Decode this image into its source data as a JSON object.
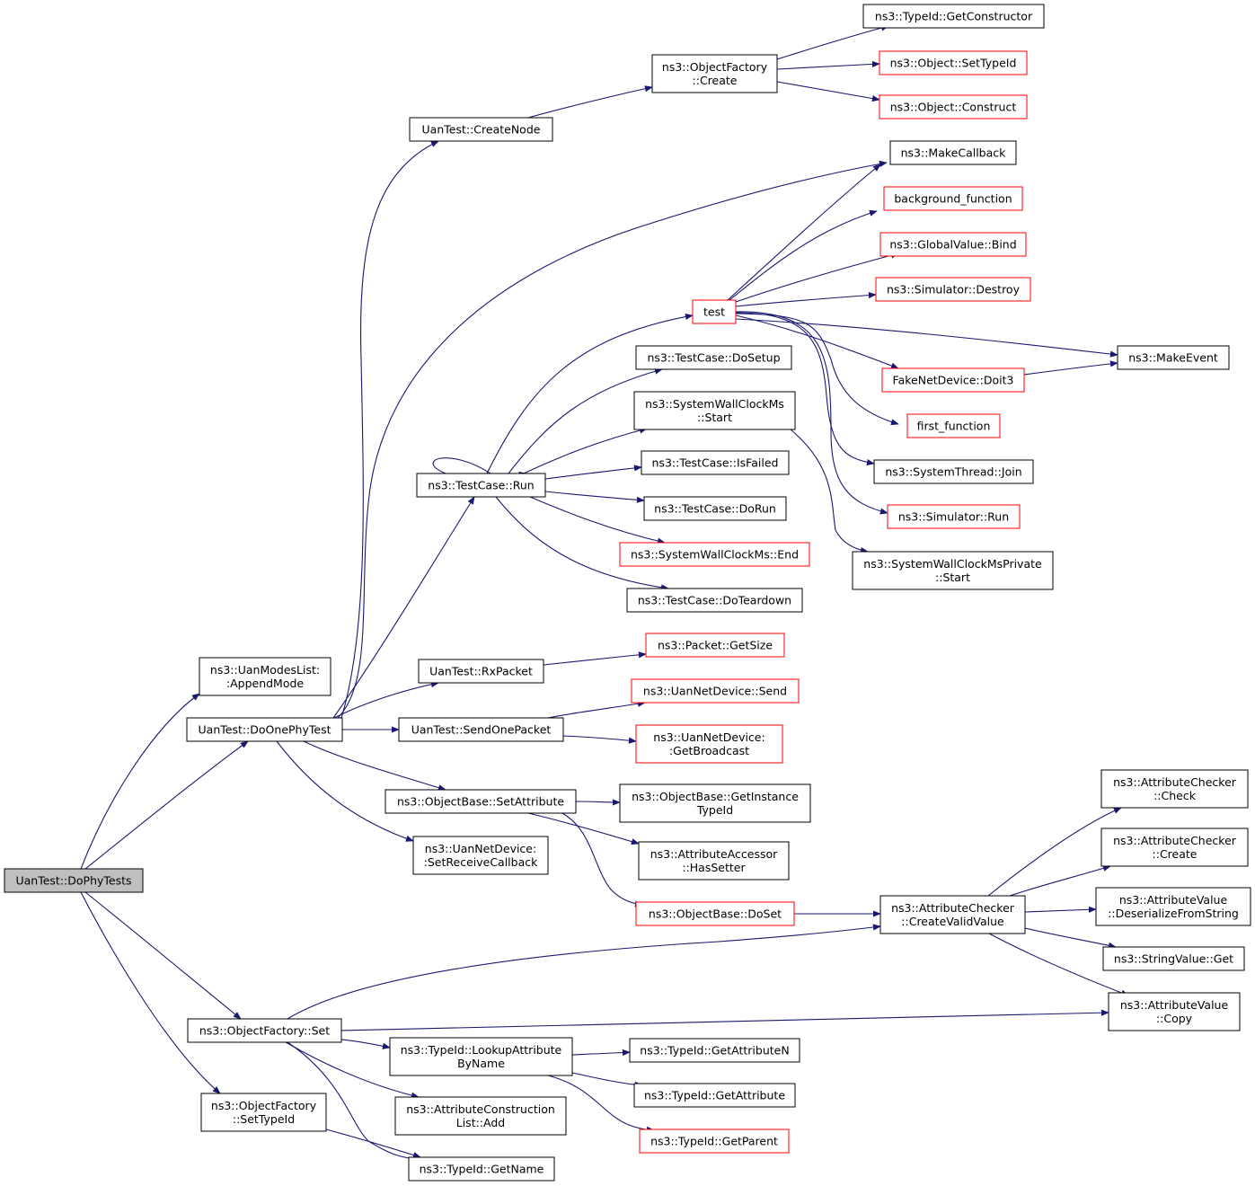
{
  "colors": {
    "edge": "#191970",
    "border_default": "#000000",
    "border_red": "#ff0000",
    "root_fill": "#bfbfbf",
    "fill": "#ffffff"
  },
  "graph": {
    "nodes": [
      {
        "id": "n0",
        "lines": [
          "UanTest::DoPhyTests"
        ],
        "border": "root"
      },
      {
        "id": "n1",
        "lines": [
          "ns3::UanModesList:",
          ":AppendMode"
        ],
        "border": "black"
      },
      {
        "id": "n2",
        "lines": [
          "UanTest::DoOnePhyTest"
        ],
        "border": "black"
      },
      {
        "id": "n3",
        "lines": [
          "ns3::ObjectFactory::Set"
        ],
        "border": "black"
      },
      {
        "id": "n4",
        "lines": [
          "ns3::ObjectFactory",
          "::SetTypeId"
        ],
        "border": "black"
      },
      {
        "id": "n5",
        "lines": [
          "UanTest::CreateNode"
        ],
        "border": "black"
      },
      {
        "id": "n6",
        "lines": [
          "ns3::ObjectFactory",
          "::Create"
        ],
        "border": "black"
      },
      {
        "id": "n7",
        "lines": [
          "ns3::TypeId::GetConstructor"
        ],
        "border": "black"
      },
      {
        "id": "n8",
        "lines": [
          "ns3::Object::SetTypeId"
        ],
        "border": "red"
      },
      {
        "id": "n9",
        "lines": [
          "ns3::Object::Construct"
        ],
        "border": "red"
      },
      {
        "id": "n10",
        "lines": [
          "ns3::MakeCallback"
        ],
        "border": "black"
      },
      {
        "id": "n11",
        "lines": [
          "ns3::TestCase::Run"
        ],
        "border": "black"
      },
      {
        "id": "n12",
        "lines": [
          "test"
        ],
        "border": "red"
      },
      {
        "id": "n13",
        "lines": [
          "background_function"
        ],
        "border": "red"
      },
      {
        "id": "n14",
        "lines": [
          "ns3::GlobalValue::Bind"
        ],
        "border": "red"
      },
      {
        "id": "n15",
        "lines": [
          "ns3::Simulator::Destroy"
        ],
        "border": "red"
      },
      {
        "id": "n16",
        "lines": [
          "FakeNetDevice::Doit3"
        ],
        "border": "red"
      },
      {
        "id": "n17",
        "lines": [
          "ns3::MakeEvent"
        ],
        "border": "black"
      },
      {
        "id": "n18",
        "lines": [
          "first_function"
        ],
        "border": "red"
      },
      {
        "id": "n19",
        "lines": [
          "ns3::SystemThread::Join"
        ],
        "border": "black"
      },
      {
        "id": "n20",
        "lines": [
          "ns3::Simulator::Run"
        ],
        "border": "red"
      },
      {
        "id": "n21",
        "lines": [
          "ns3::TestCase::DoSetup"
        ],
        "border": "black"
      },
      {
        "id": "n22",
        "lines": [
          "ns3::SystemWallClockMs",
          "::Start"
        ],
        "border": "black"
      },
      {
        "id": "n23",
        "lines": [
          "ns3::SystemWallClockMsPrivate",
          "::Start"
        ],
        "border": "black"
      },
      {
        "id": "n24",
        "lines": [
          "ns3::TestCase::IsFailed"
        ],
        "border": "black"
      },
      {
        "id": "n25",
        "lines": [
          "ns3::TestCase::DoRun"
        ],
        "border": "black"
      },
      {
        "id": "n26",
        "lines": [
          "ns3::SystemWallClockMs::End"
        ],
        "border": "red"
      },
      {
        "id": "n27",
        "lines": [
          "ns3::TestCase::DoTeardown"
        ],
        "border": "black"
      },
      {
        "id": "n28",
        "lines": [
          "UanTest::RxPacket"
        ],
        "border": "black"
      },
      {
        "id": "n29",
        "lines": [
          "ns3::Packet::GetSize"
        ],
        "border": "red"
      },
      {
        "id": "n30",
        "lines": [
          "UanTest::SendOnePacket"
        ],
        "border": "black"
      },
      {
        "id": "n31",
        "lines": [
          "ns3::UanNetDevice::Send"
        ],
        "border": "red"
      },
      {
        "id": "n32",
        "lines": [
          "ns3::UanNetDevice:",
          ":GetBroadcast"
        ],
        "border": "red"
      },
      {
        "id": "n33",
        "lines": [
          "ns3::ObjectBase::SetAttribute"
        ],
        "border": "black"
      },
      {
        "id": "n34",
        "lines": [
          "ns3::ObjectBase::GetInstance",
          "TypeId"
        ],
        "border": "black"
      },
      {
        "id": "n35",
        "lines": [
          "ns3::AttributeAccessor",
          "::HasSetter"
        ],
        "border": "black"
      },
      {
        "id": "n36",
        "lines": [
          "ns3::ObjectBase::DoSet"
        ],
        "border": "red"
      },
      {
        "id": "n37",
        "lines": [
          "ns3::AttributeChecker",
          "::CreateValidValue"
        ],
        "border": "black"
      },
      {
        "id": "n38",
        "lines": [
          "ns3::AttributeChecker",
          "::Check"
        ],
        "border": "black"
      },
      {
        "id": "n39",
        "lines": [
          "ns3::AttributeChecker",
          "::Create"
        ],
        "border": "black"
      },
      {
        "id": "n40",
        "lines": [
          "ns3::AttributeValue",
          "::DeserializeFromString"
        ],
        "border": "black"
      },
      {
        "id": "n41",
        "lines": [
          "ns3::StringValue::Get"
        ],
        "border": "black"
      },
      {
        "id": "n42",
        "lines": [
          "ns3::AttributeValue",
          "::Copy"
        ],
        "border": "black"
      },
      {
        "id": "n43",
        "lines": [
          "ns3::UanNetDevice:",
          ":SetReceiveCallback"
        ],
        "border": "black"
      },
      {
        "id": "n44",
        "lines": [
          "ns3::TypeId::LookupAttribute",
          "ByName"
        ],
        "border": "black"
      },
      {
        "id": "n45",
        "lines": [
          "ns3::TypeId::GetAttributeN"
        ],
        "border": "black"
      },
      {
        "id": "n46",
        "lines": [
          "ns3::TypeId::GetAttribute"
        ],
        "border": "black"
      },
      {
        "id": "n47",
        "lines": [
          "ns3::TypeId::GetParent"
        ],
        "border": "red"
      },
      {
        "id": "n48",
        "lines": [
          "ns3::AttributeConstruction",
          "List::Add"
        ],
        "border": "black"
      },
      {
        "id": "n49",
        "lines": [
          "ns3::TypeId::GetName"
        ],
        "border": "black"
      }
    ],
    "edges": [
      [
        "n0",
        "n1"
      ],
      [
        "n0",
        "n2"
      ],
      [
        "n0",
        "n3"
      ],
      [
        "n0",
        "n4"
      ],
      [
        "n2",
        "n5"
      ],
      [
        "n2",
        "n10"
      ],
      [
        "n2",
        "n11"
      ],
      [
        "n2",
        "n28"
      ],
      [
        "n2",
        "n30"
      ],
      [
        "n2",
        "n33"
      ],
      [
        "n2",
        "n43"
      ],
      [
        "n5",
        "n6"
      ],
      [
        "n6",
        "n7"
      ],
      [
        "n6",
        "n8"
      ],
      [
        "n6",
        "n9"
      ],
      [
        "n11",
        "n11"
      ],
      [
        "n11",
        "n12"
      ],
      [
        "n11",
        "n21"
      ],
      [
        "n11",
        "n22"
      ],
      [
        "n11",
        "n24"
      ],
      [
        "n11",
        "n25"
      ],
      [
        "n11",
        "n26"
      ],
      [
        "n11",
        "n27"
      ],
      [
        "n12",
        "n10"
      ],
      [
        "n12",
        "n13"
      ],
      [
        "n12",
        "n14"
      ],
      [
        "n12",
        "n15"
      ],
      [
        "n12",
        "n16"
      ],
      [
        "n12",
        "n17"
      ],
      [
        "n12",
        "n18"
      ],
      [
        "n12",
        "n19"
      ],
      [
        "n12",
        "n20"
      ],
      [
        "n16",
        "n17"
      ],
      [
        "n22",
        "n23"
      ],
      [
        "n28",
        "n29"
      ],
      [
        "n30",
        "n31"
      ],
      [
        "n30",
        "n32"
      ],
      [
        "n33",
        "n34"
      ],
      [
        "n33",
        "n35"
      ],
      [
        "n33",
        "n36"
      ],
      [
        "n36",
        "n37"
      ],
      [
        "n37",
        "n38"
      ],
      [
        "n37",
        "n39"
      ],
      [
        "n37",
        "n40"
      ],
      [
        "n37",
        "n41"
      ],
      [
        "n37",
        "n42"
      ],
      [
        "n3",
        "n37"
      ],
      [
        "n3",
        "n42"
      ],
      [
        "n3",
        "n44"
      ],
      [
        "n3",
        "n48"
      ],
      [
        "n3",
        "n49"
      ],
      [
        "n44",
        "n45"
      ],
      [
        "n44",
        "n46"
      ],
      [
        "n44",
        "n47"
      ],
      [
        "n4",
        "n49"
      ]
    ]
  }
}
